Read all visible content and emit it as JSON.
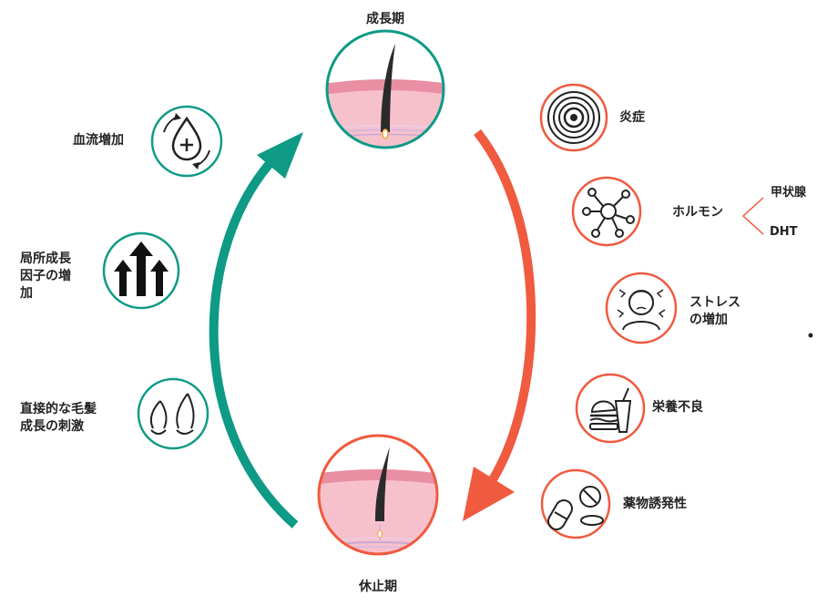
{
  "phases": {
    "growth": "成長期",
    "resting": "休止期"
  },
  "benefits": [
    {
      "icon": "blood-flow-icon",
      "lines": [
        "血流増加"
      ]
    },
    {
      "icon": "growth-factor-arrows-icon",
      "lines": [
        "局所成長",
        "因子の増",
        "加"
      ]
    },
    {
      "icon": "hair-follicle-icon",
      "lines": [
        "直接的な毛髪",
        "成長の刺激"
      ]
    }
  ],
  "causes": [
    {
      "icon": "inflammation-rings-icon",
      "lines": [
        "炎症"
      ]
    },
    {
      "icon": "hormone-molecule-icon",
      "lines": [
        "ホルモン"
      ]
    },
    {
      "icon": "stressed-person-icon",
      "lines": [
        "ストレス",
        "の増加"
      ]
    },
    {
      "icon": "fast-food-icon",
      "lines": [
        "栄養不良"
      ]
    },
    {
      "icon": "pills-icon",
      "lines": [
        "薬物誘発性"
      ]
    }
  ],
  "hormone_types": [
    "甲状腺",
    "DHT"
  ],
  "colors": {
    "green": "#0e9a85",
    "red": "#f05a3e",
    "skin": "#f7c1cc",
    "skin_band": "#e98ea3",
    "hair": "#2b2b2b"
  }
}
